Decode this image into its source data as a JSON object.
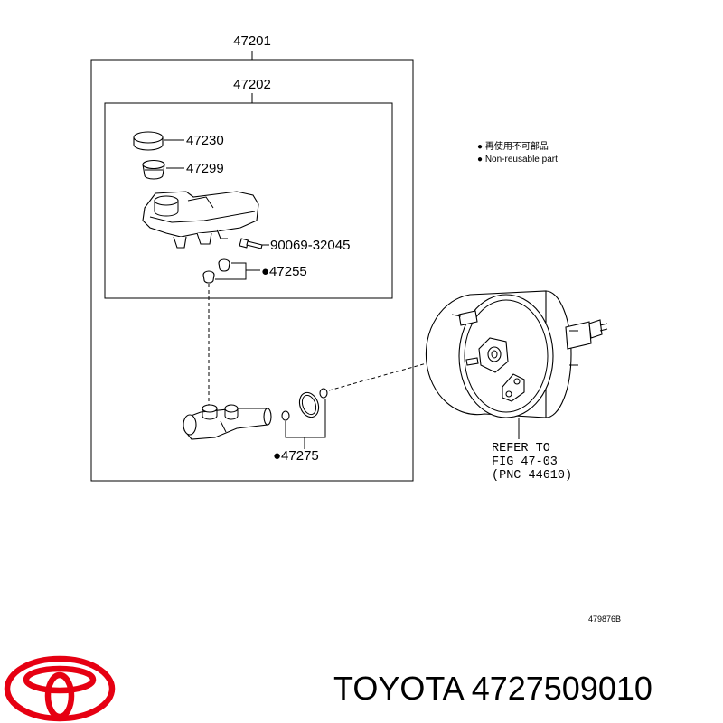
{
  "parts": {
    "assembly": "47201",
    "sub_assembly": "47202",
    "cap": "47230",
    "strainer": "47299",
    "bolt": "90069-32045",
    "grommet": "●47255",
    "o_ring": "●47275"
  },
  "legend": {
    "jp": "● 再使用不可部品",
    "en": "● Non-reusable part"
  },
  "refer": {
    "line1": "REFER TO",
    "line2": "FIG 47-03",
    "line3": "(PNC 44610)"
  },
  "figure_code": "479876B",
  "brand": {
    "caption": "TOYOTA 4727509010",
    "logo_color": "#e60012"
  }
}
